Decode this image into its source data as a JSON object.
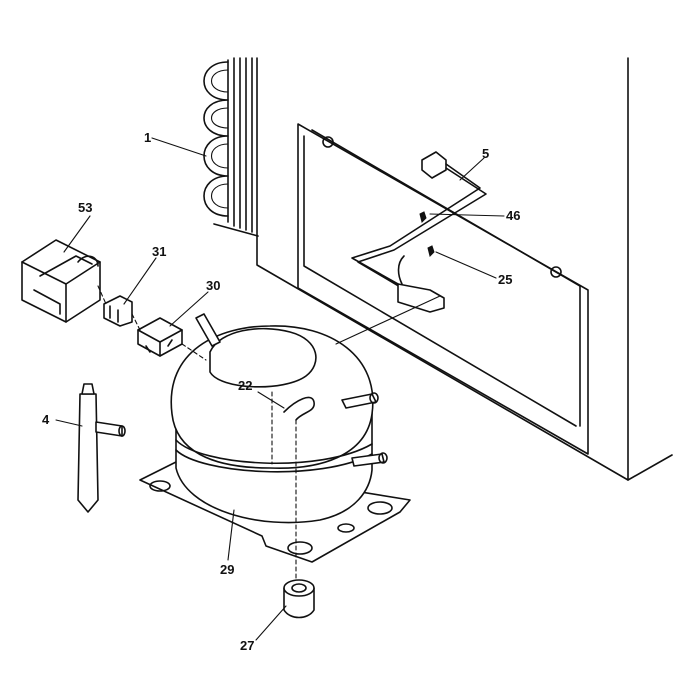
{
  "callouts": {
    "c1": "1",
    "c5": "5",
    "c46": "46",
    "c25": "25",
    "c53": "53",
    "c31": "31",
    "c30": "30",
    "c22": "22",
    "c4": "4",
    "c29": "29",
    "c27": "27"
  }
}
